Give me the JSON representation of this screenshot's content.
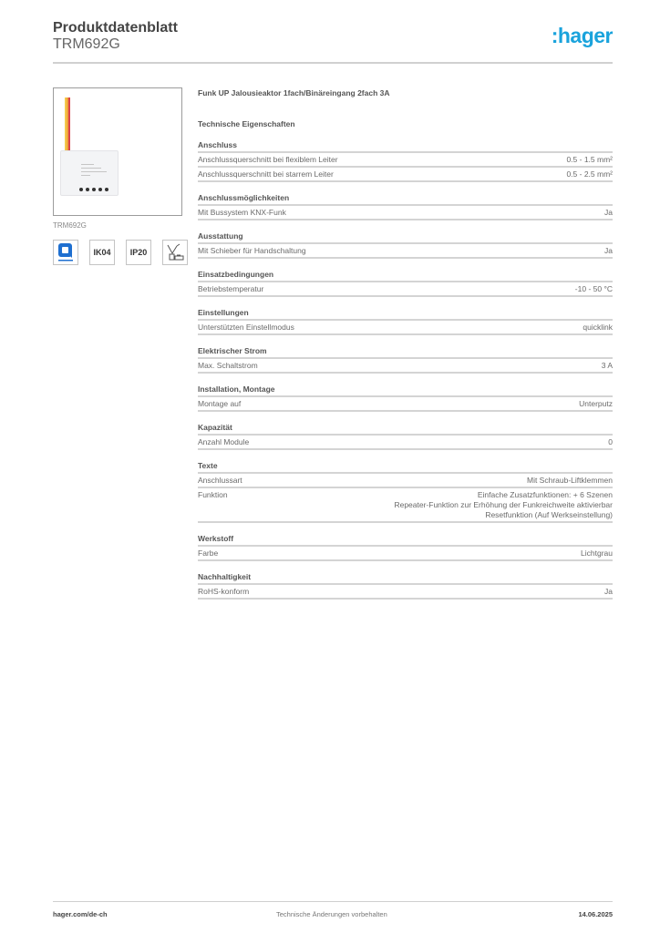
{
  "header": {
    "title": "Produktdatenblatt",
    "subtitle": "TRM692G",
    "logo": ":hager",
    "brand_color": "#1aa3dc"
  },
  "product": {
    "image_caption": "TRM692G",
    "icons": [
      {
        "name": "quicklink-icon",
        "label": "quicklink"
      },
      {
        "name": "ik04-icon",
        "label": "IK04"
      },
      {
        "name": "ip20-icon",
        "label": "IP20"
      },
      {
        "name": "radio-device-icon",
        "label": ""
      }
    ]
  },
  "main": {
    "product_name": "Funk UP Jalousieaktor 1fach/Binäreingang 2fach 3A",
    "section_heading": "Technische Eigenschaften",
    "groups": [
      {
        "title": "Anschluss",
        "rows": [
          {
            "label": "Anschlussquerschnitt bei flexiblem Leiter",
            "value": "0.5 - 1.5 mm²"
          },
          {
            "label": "Anschlussquerschnitt bei starrem Leiter",
            "value": "0.5 - 2.5 mm²"
          }
        ]
      },
      {
        "title": "Anschlussmöglichkeiten",
        "rows": [
          {
            "label": "Mit Bussystem KNX-Funk",
            "value": "Ja"
          }
        ]
      },
      {
        "title": "Ausstattung",
        "rows": [
          {
            "label": "Mit Schieber für Handschaltung",
            "value": "Ja"
          }
        ]
      },
      {
        "title": "Einsatzbedingungen",
        "rows": [
          {
            "label": "Betriebstemperatur",
            "value": "-10 - 50 °C"
          }
        ]
      },
      {
        "title": "Einstellungen",
        "rows": [
          {
            "label": "Unterstützten Einstellmodus",
            "value": "quicklink"
          }
        ]
      },
      {
        "title": "Elektrischer Strom",
        "rows": [
          {
            "label": "Max. Schaltstrom",
            "value": "3 A"
          }
        ]
      },
      {
        "title": "Installation, Montage",
        "rows": [
          {
            "label": "Montage auf",
            "value": "Unterputz"
          }
        ]
      },
      {
        "title": "Kapazität",
        "rows": [
          {
            "label": "Anzahl Module",
            "value": "0"
          }
        ]
      },
      {
        "title": "Texte",
        "rows": [
          {
            "label": "Anschlussart",
            "value": "Mit Schraub-Liftklemmen"
          },
          {
            "label": "Funktion",
            "value": "Einfache Zusatzfunktionen: + 6 Szenen\nRepeater-Funktion zur Erhöhung der Funkreichweite aktivierbar\nResetfunktion (Auf Werkseinstellung)"
          }
        ]
      },
      {
        "title": "Werkstoff",
        "rows": [
          {
            "label": "Farbe",
            "value": "Lichtgrau"
          }
        ]
      },
      {
        "title": "Nachhaltigkeit",
        "rows": [
          {
            "label": "RoHS-konform",
            "value": "Ja"
          }
        ]
      }
    ]
  },
  "footer": {
    "website": "hager.com/de-ch",
    "notice": "Technische Änderungen vorbehalten",
    "date": "14.06.2025"
  }
}
